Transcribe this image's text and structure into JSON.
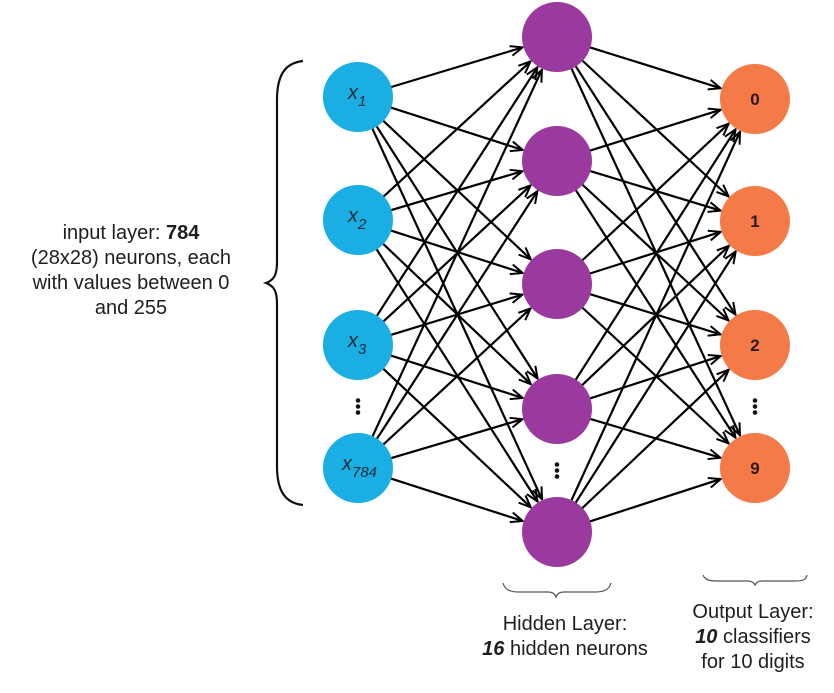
{
  "title": "Neural network for digit classification",
  "colors": {
    "input_node": "#1aaee3",
    "hidden_node": "#9b3a9e",
    "output_node": "#f47a48",
    "edge": "#000000",
    "text": "#1e1e1e"
  },
  "layers": {
    "input": {
      "nodes": [
        {
          "base": "x",
          "sub": "1"
        },
        {
          "base": "x",
          "sub": "2"
        },
        {
          "base": "x",
          "sub": "3"
        },
        {
          "base": "x",
          "sub": "784"
        }
      ],
      "ellipsis_after_index": 2,
      "label": {
        "line1_prefix": "input layer: ",
        "line1_bold": "784",
        "line2": "(28x28) neurons, each",
        "line3": "with values between 0",
        "line4": "and 255"
      }
    },
    "hidden": {
      "nodes": [
        "",
        "",
        "",
        "",
        ""
      ],
      "ellipsis_after_index": 3,
      "label": {
        "line1": "Hidden Layer:",
        "line2_bold": "16",
        "line2_rest": " hidden neurons"
      }
    },
    "output": {
      "nodes": [
        "0",
        "1",
        "2",
        "9"
      ],
      "ellipsis_after_index": 2,
      "label": {
        "line1": "Output Layer:",
        "line2_bold": "10",
        "line2_rest": " classifiers",
        "line3": "for 10 digits"
      }
    }
  },
  "connections": "fully-connected",
  "ellipsis_glyph": "⋮"
}
